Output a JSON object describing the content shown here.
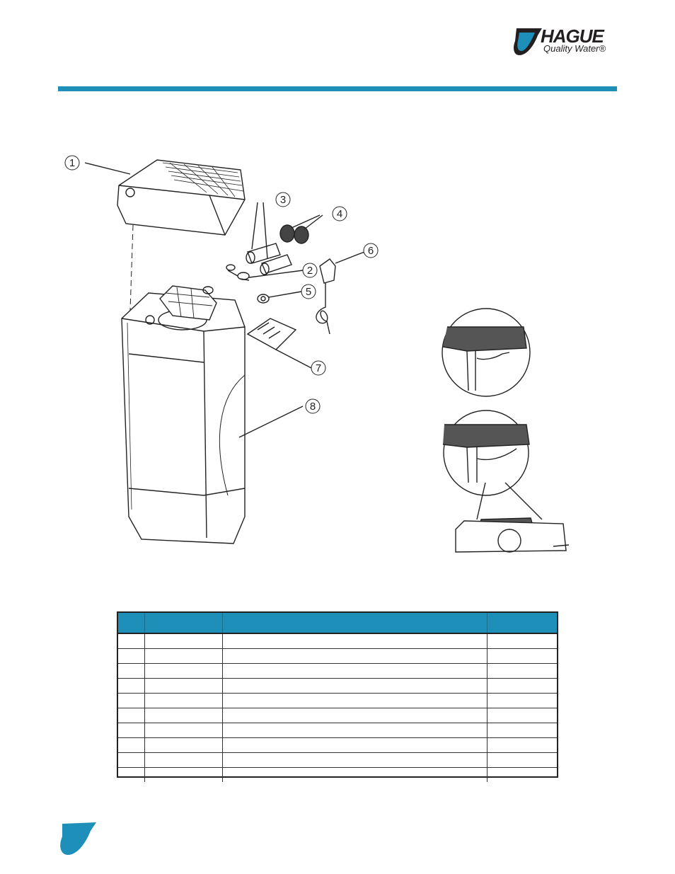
{
  "header": {
    "brand_name": "HAGUE",
    "brand_tagline": "Quality Water®",
    "accent_color": "#1d8fb8"
  },
  "diagram": {
    "callouts": [
      "1",
      "2",
      "3",
      "4",
      "5",
      "6",
      "7",
      "8"
    ]
  },
  "parts_table": {
    "header_color": "#1d8fb8",
    "rows": 10
  }
}
